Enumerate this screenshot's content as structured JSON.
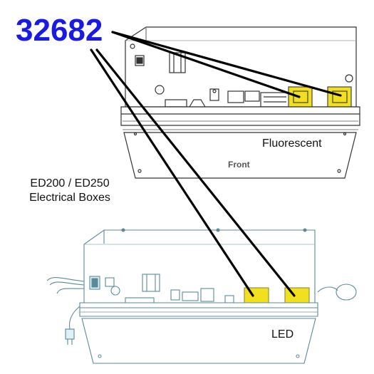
{
  "part_number": "32682",
  "title_line1": "ED200 / ED250",
  "title_line2": "Electrical Boxes",
  "label_fluorescent": "Fluorescent",
  "label_front": "Front",
  "label_led": "LED",
  "colors": {
    "part_number": "#1a1ae6",
    "highlight_fill": "#f2e01e",
    "box_outline": "#333333",
    "led_outline": "#5a8a9a",
    "leader_line": "#000000"
  },
  "icons": [
    "fluorescent-electrical-box",
    "led-electrical-box",
    "power-cord-plug",
    "leader-line"
  ]
}
